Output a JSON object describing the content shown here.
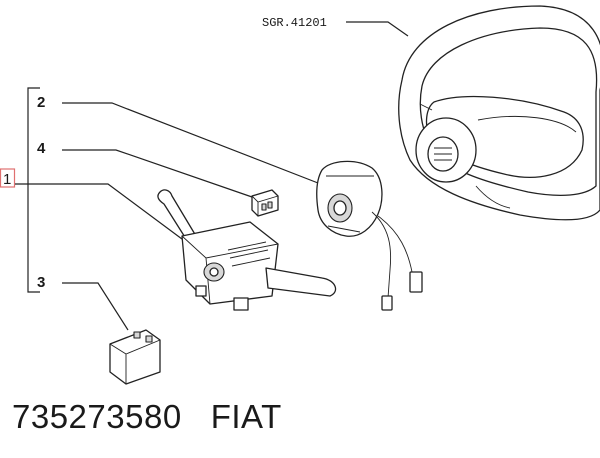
{
  "diagram": {
    "callouts": [
      {
        "id": "1",
        "label": "1",
        "highlighted": true
      },
      {
        "id": "2",
        "label": "2"
      },
      {
        "id": "3",
        "label": "3"
      },
      {
        "id": "4",
        "label": "4"
      }
    ],
    "reference": "SGR.41201",
    "part_code": "735273580",
    "brand": "FIAT",
    "colors": {
      "ink": "#222222",
      "highlight": "#e07070",
      "background": "#ffffff"
    }
  }
}
